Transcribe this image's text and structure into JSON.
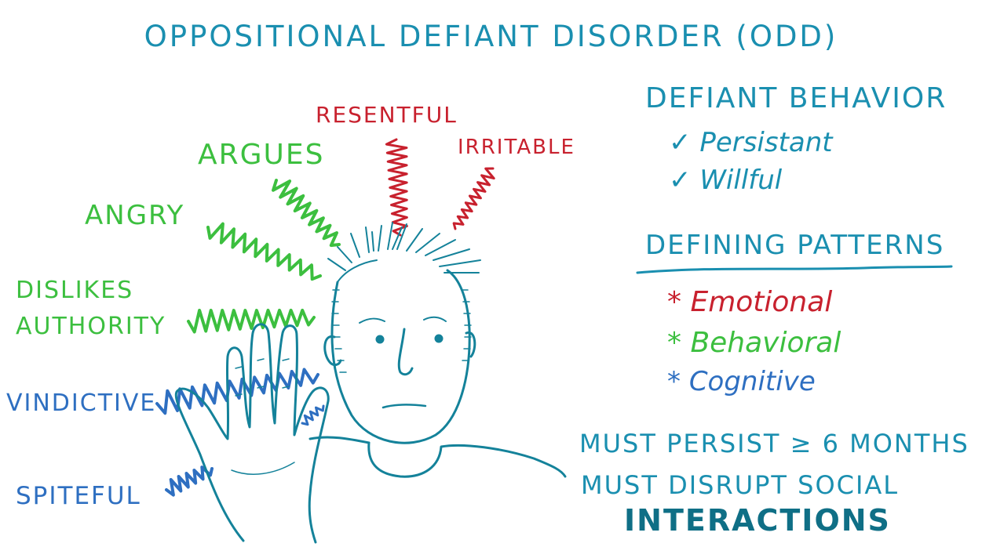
{
  "title": "Oppositional Defiant Disorder (ODD)",
  "symptoms": {
    "resentful": "Resentful",
    "irritable": "Irritable",
    "argues": "Argues",
    "angry": "Angry",
    "dislikes_line1": "Dislikes",
    "dislikes_line2": "Authority",
    "vindictive": "Vindictive",
    "spiteful": "Spiteful"
  },
  "defiant_behavior": {
    "heading": "Defiant Behavior",
    "items": [
      {
        "mark": "✓",
        "label": "Persistant"
      },
      {
        "mark": "✓",
        "label": "Willful"
      }
    ]
  },
  "defining_patterns": {
    "heading": "Defining Patterns",
    "items": [
      {
        "mark": "*",
        "label": "Emotional",
        "color": "#c8212e"
      },
      {
        "mark": "*",
        "label": "Behavioral",
        "color": "#3cbf3f"
      },
      {
        "mark": "*",
        "label": "Cognitive",
        "color": "#2e6fc1"
      }
    ]
  },
  "criteria": {
    "line1": "Must Persist ≥ 6 Months",
    "line2": "Must Disrupt Social",
    "line3": "Interactions"
  },
  "colors": {
    "teal": "#1a8fb0",
    "green": "#3cbf3f",
    "red": "#c8212e",
    "blue": "#2e6fc1",
    "sketch": "#14829a"
  }
}
